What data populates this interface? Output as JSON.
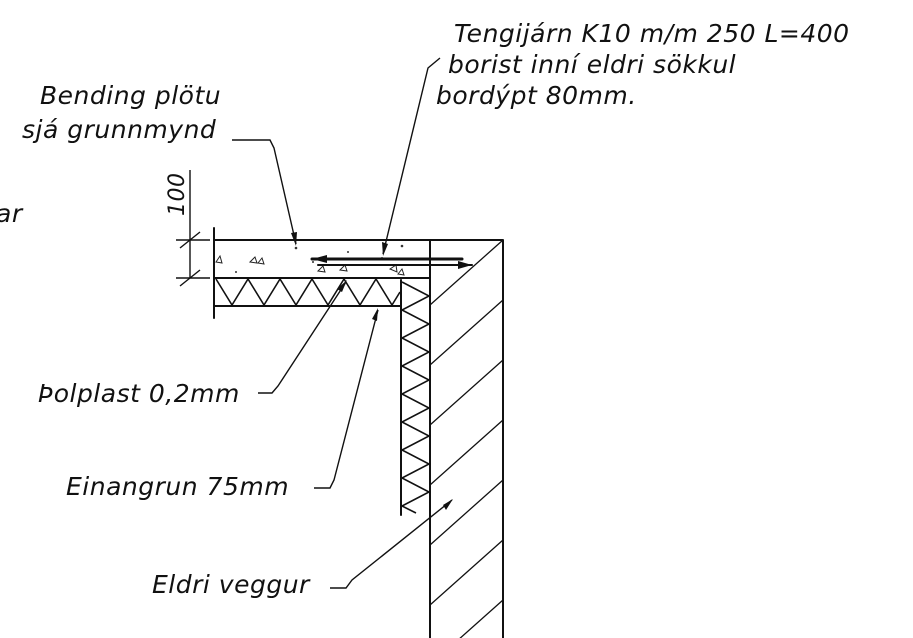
{
  "labels": {
    "tie_bars_line1": "Tengijárn K10 m/m 250 L=400",
    "tie_bars_line2": "borist inní eldri sökkul",
    "tie_bars_line3": "bordýpt 80mm.",
    "bending_line1": "Bending plötu",
    "bending_line2": "sjá grunnmynd",
    "cut_off_fragment": "ar",
    "polyplast": "Þolplast 0,2mm",
    "insulation": "Einangrun 75mm",
    "old_wall": "Eldri veggur"
  },
  "dimension": {
    "value": "100"
  }
}
